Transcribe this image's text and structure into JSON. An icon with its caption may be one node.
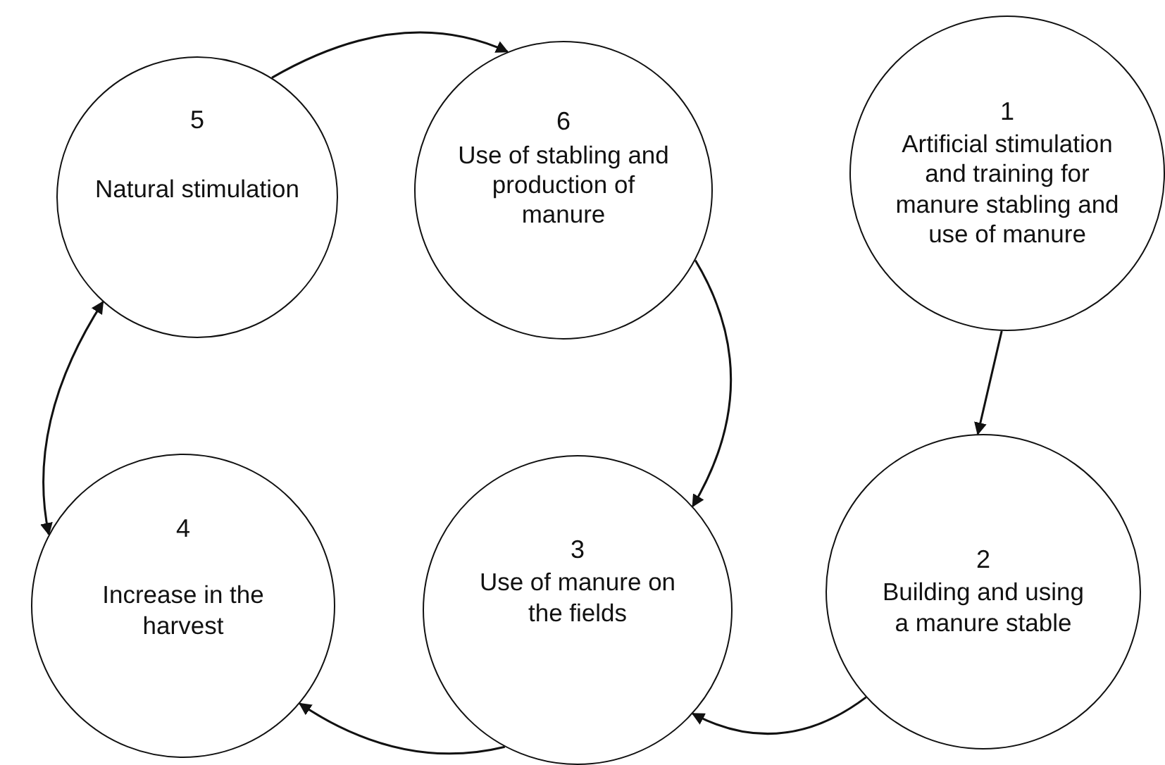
{
  "diagram": {
    "nodes": [
      {
        "text": [
          "5",
          "Natural stimulation"
        ]
      },
      {
        "text": [
          "6",
          "Use of stabling and production of manure"
        ]
      },
      {
        "text": [
          "1",
          "Artificial stimulation and training for manure stabling and use of manure"
        ]
      },
      {
        "text": [
          "4",
          "Increase in the harvest"
        ]
      },
      {
        "text": [
          "3",
          "Use of manure on the fields"
        ]
      },
      {
        "text": [
          "2",
          "Building and using a manure stable"
        ]
      }
    ],
    "edges": [
      {
        "from": 2,
        "to": 5,
        "arrow": "to"
      },
      {
        "from": 5,
        "to": 4,
        "arrow": "to"
      },
      {
        "from": 4,
        "to": 3,
        "arrow": "to"
      },
      {
        "from": 3,
        "to": 0,
        "arrow": "both"
      },
      {
        "from": 0,
        "to": 1,
        "arrow": "to"
      },
      {
        "from": 1,
        "to": 4,
        "arrow": "to"
      }
    ]
  }
}
